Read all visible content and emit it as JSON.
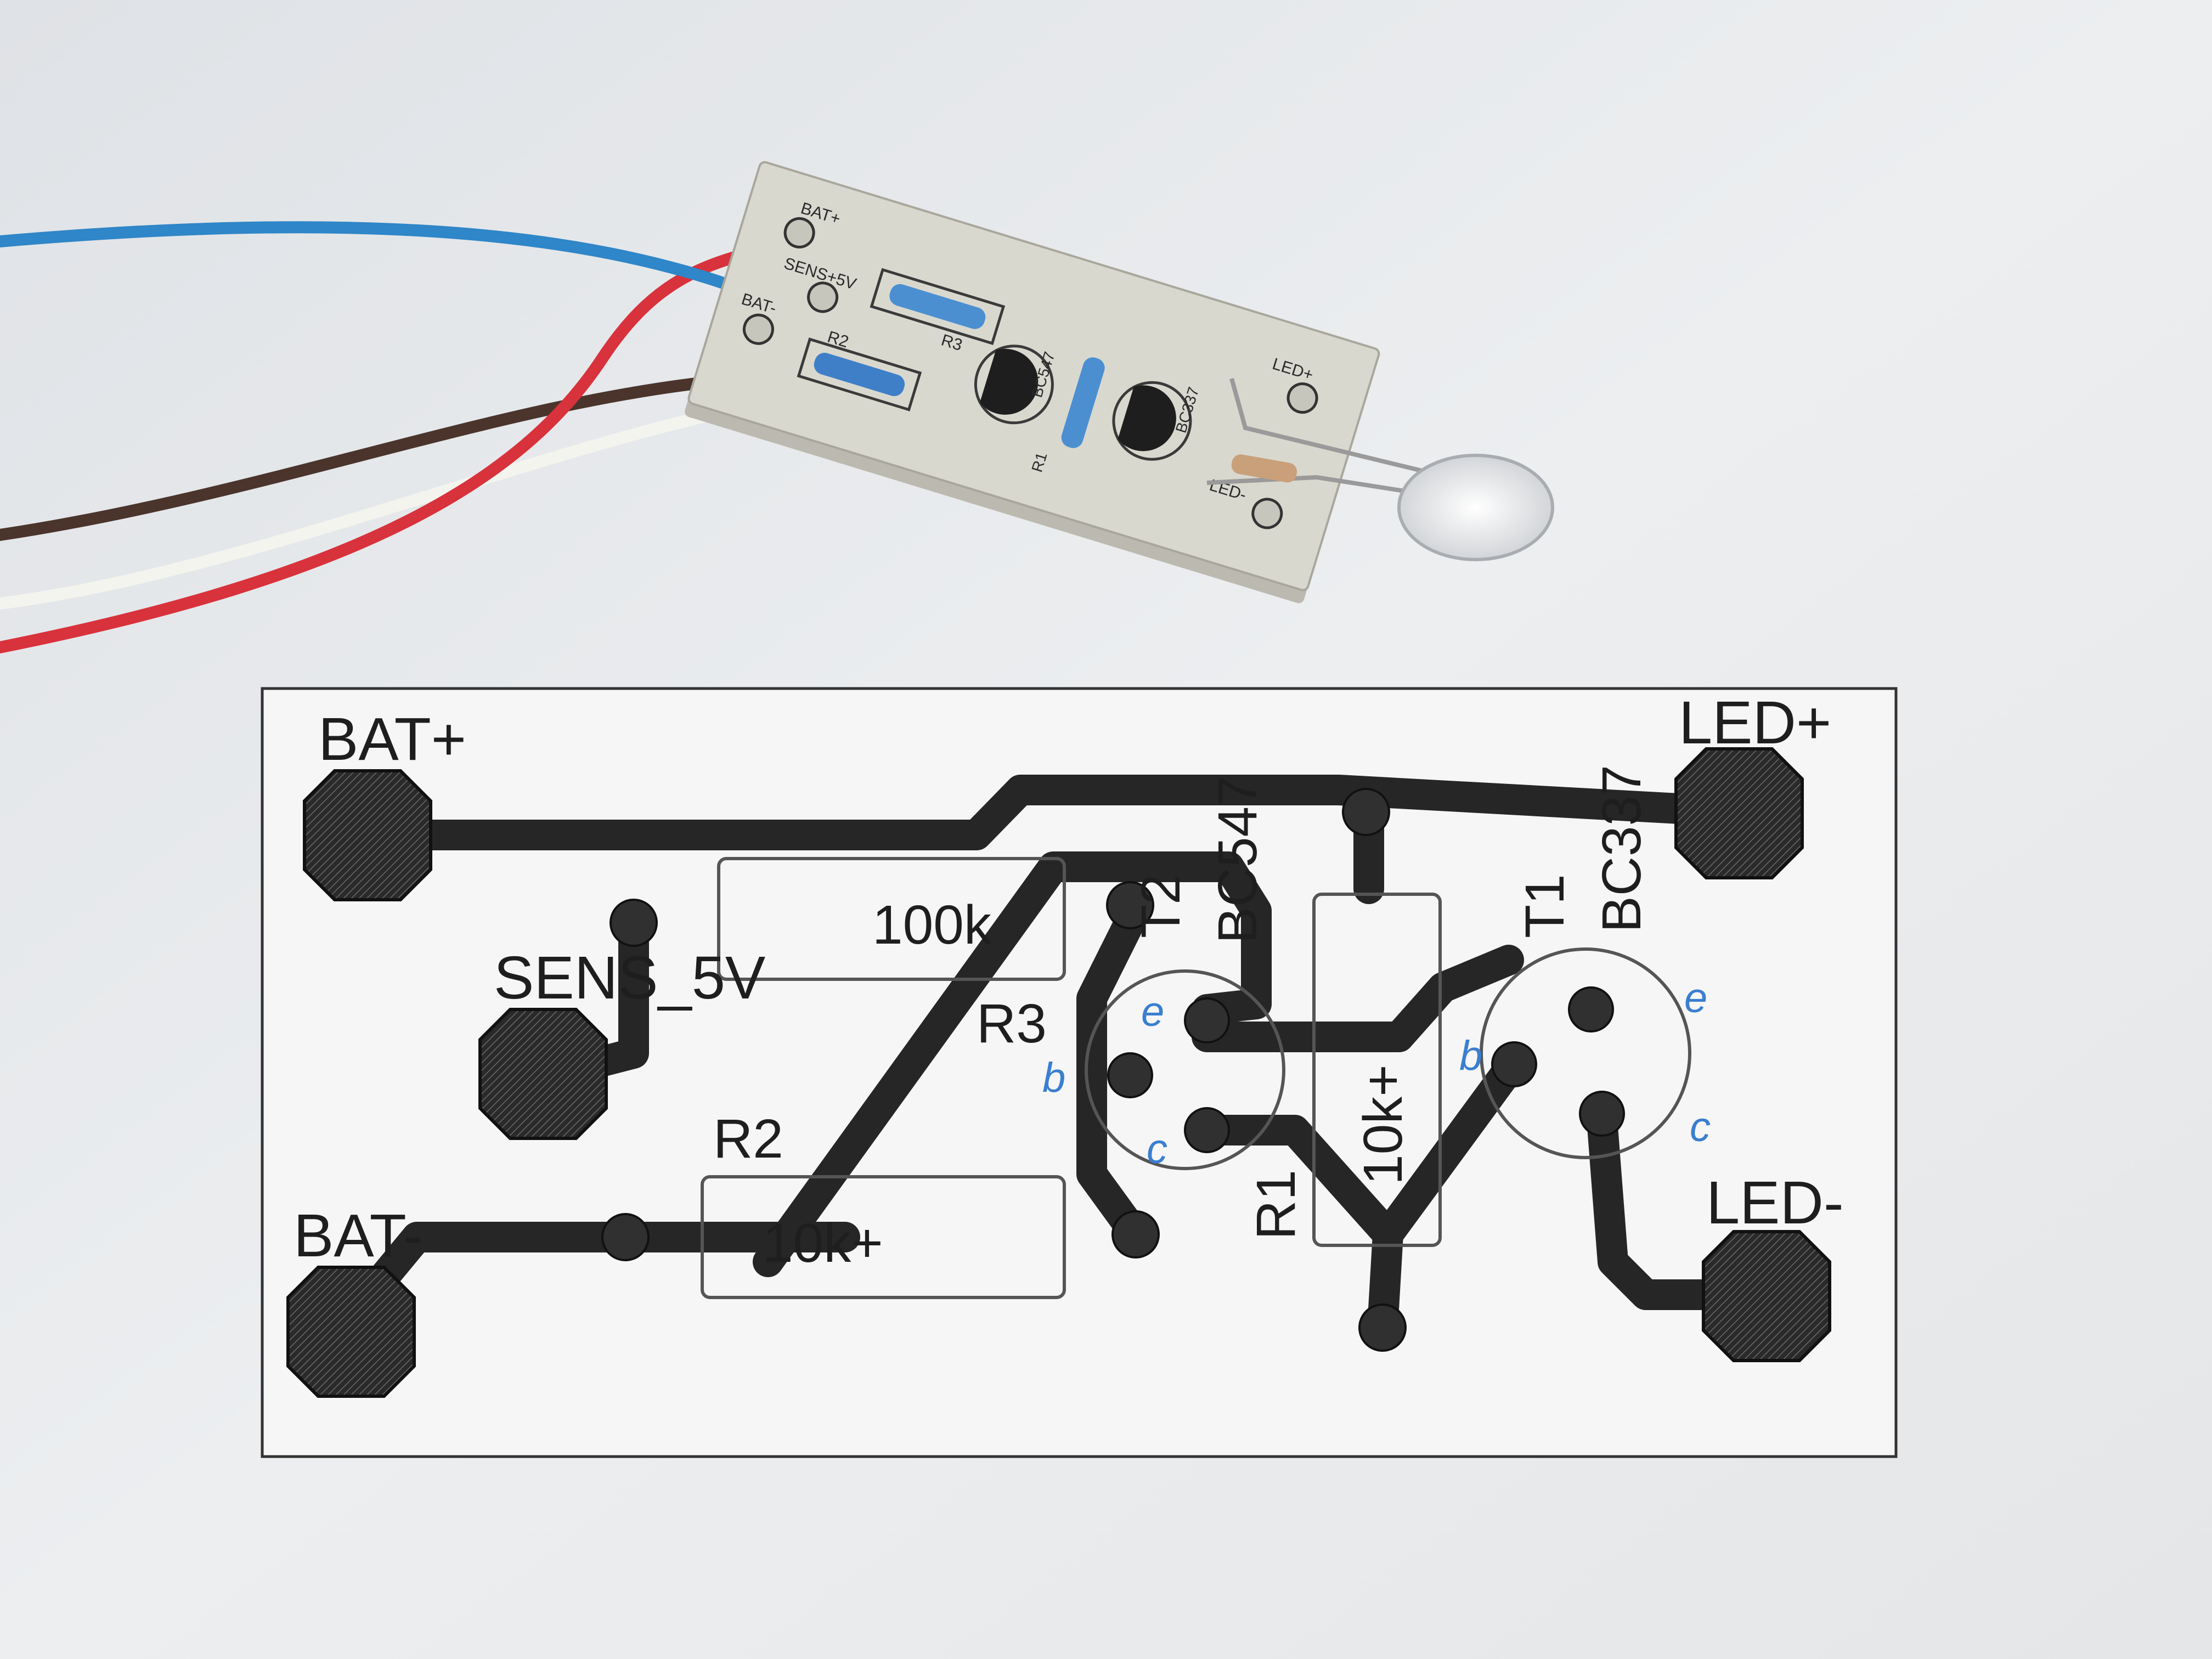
{
  "board": {
    "bat_plus": "BAT+",
    "sens": "SENS+5V",
    "bat_minus": "BAT-",
    "r2": "R2",
    "r3": "R3",
    "r1": "R1",
    "bc547": "BC547",
    "bc337": "BC337",
    "led_plus": "LED+",
    "led_minus": "LED-"
  },
  "layout": {
    "bat_plus": "BAT+",
    "sens": "SENS_5V",
    "bat_minus": "BAT-",
    "led_plus": "LED+",
    "led_minus": "LED-",
    "r3": "R3",
    "r3_value": "100k",
    "r2": "R2",
    "r2_value": "10k+",
    "r1": "R1",
    "r1_value": "10k+",
    "t1": "T1",
    "bc337": "BC337",
    "t2": "T2",
    "bc547": "BC547"
  },
  "annotations": {
    "e_left": "e",
    "b_left": "b",
    "c_left": "c",
    "b_right": "b",
    "e_right": "e",
    "c_right": "c"
  },
  "colors": {
    "annotation": "#3a7fd0",
    "board": "#d9d8cf",
    "wire_red": "#d8323c",
    "wire_blue": "#2f86c8",
    "wire_brown": "#4a342c",
    "wire_white": "#f0f0ea"
  }
}
